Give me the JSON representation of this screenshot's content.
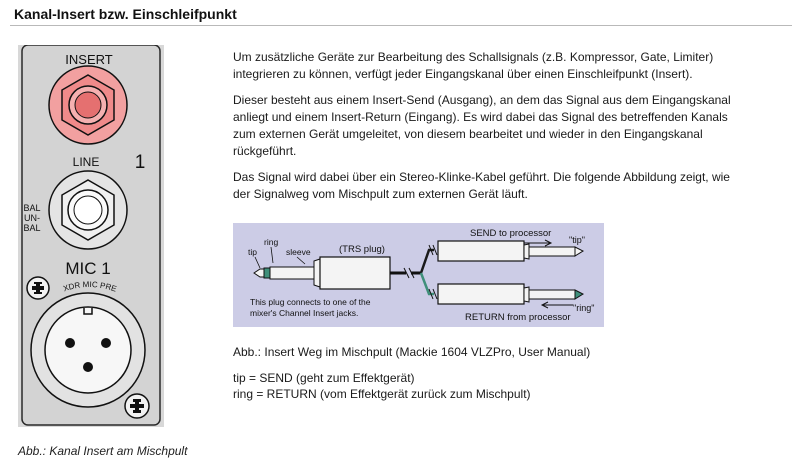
{
  "heading": "Kanal-Insert bzw. Einschleifpunkt",
  "strip": {
    "insert_label": "INSERT",
    "line_label": "LINE",
    "channel_number": "1",
    "bal_label_1": "BAL",
    "bal_label_2": "UN-",
    "bal_label_3": "BAL",
    "mic_label": "MIC 1",
    "xdr_label": "XDR MIC PRE"
  },
  "left_caption": "Abb.: Kanal Insert am Mischpult",
  "paragraphs": [
    "Um zusätzliche Geräte zur Bearbeitung des Schallsignals (z.B. Kompressor, Gate, Limiter) integrieren zu können, verfügt jeder Eingangskanal über einen Einschleifpunkt (Insert).",
    "Dieser besteht aus einem Insert-Send (Ausgang), an dem das Signal aus dem Eingangskanal anliegt und einem Insert-Return (Eingang). Es wird dabei das Signal des betreffenden Kanals zum externen Gerät umgeleitet, von diesem bearbeitet und wieder in den Eingangskanal rückgeführt.",
    "Das Signal wird dabei über ein Stereo-Klinke-Kabel geführt. Die folgende Abbildung zeigt, wie der Signalweg vom Mischpult zum externen Gerät läuft."
  ],
  "diagram": {
    "tip": "tip",
    "ring": "ring",
    "sleeve": "sleeve",
    "trs_plug": "(TRS plug)",
    "send": "SEND to processor",
    "tip_quote": "\"tip\"",
    "ring_quote": "\"ring\"",
    "return": "RETURN from processor",
    "note_1": "This plug connects to one of the",
    "note_2": "mixer's Channel Insert jacks.",
    "colors": {
      "background": "#cccce6",
      "send_wire": "#1a1a1a",
      "return_wire": "#3f8f7a"
    }
  },
  "right_caption": "Abb.: Insert Weg im Mischpult (Mackie 1604 VLZPro, User Manual)",
  "legend": {
    "tip_line": "tip = SEND (geht zum Effektgerät)",
    "ring_line": "ring = RETURN (vom Effektgerät zurück zum Mischpult)"
  }
}
